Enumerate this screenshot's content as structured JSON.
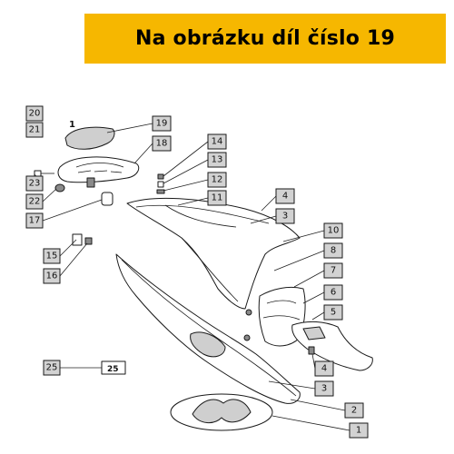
{
  "banner": {
    "text": "Na obrázku díl číslo 19"
  },
  "callouts": [
    {
      "id": "c20",
      "text": "20"
    },
    {
      "id": "c21",
      "text": "21"
    },
    {
      "id": "c19",
      "text": "19"
    },
    {
      "id": "c18",
      "text": "18"
    },
    {
      "id": "c14",
      "text": "14"
    },
    {
      "id": "c13",
      "text": "13"
    },
    {
      "id": "c12",
      "text": "12"
    },
    {
      "id": "c11",
      "text": "11"
    },
    {
      "id": "c23",
      "text": "23"
    },
    {
      "id": "c22",
      "text": "22"
    },
    {
      "id": "c17",
      "text": "17"
    },
    {
      "id": "c4a",
      "text": "4"
    },
    {
      "id": "c3a",
      "text": "3"
    },
    {
      "id": "c10",
      "text": "10"
    },
    {
      "id": "c8",
      "text": "8"
    },
    {
      "id": "c15",
      "text": "15"
    },
    {
      "id": "c16",
      "text": "16"
    },
    {
      "id": "c7",
      "text": "7"
    },
    {
      "id": "c6",
      "text": "6"
    },
    {
      "id": "c5",
      "text": "5"
    },
    {
      "id": "c4b",
      "text": "4"
    },
    {
      "id": "c25",
      "text": "25"
    },
    {
      "id": "c3b",
      "text": "3"
    },
    {
      "id": "c2",
      "text": "2"
    },
    {
      "id": "c1",
      "text": "1"
    }
  ],
  "plain_labels": {
    "one": "1",
    "badge": "25"
  }
}
